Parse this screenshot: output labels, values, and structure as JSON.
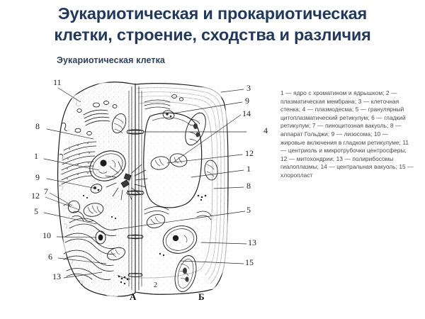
{
  "title": {
    "line1": "Эукариотическая и прокариотическая",
    "line2": "клетки, строение, сходства и различия",
    "color": "#23395b"
  },
  "subtitle": {
    "text": "Эукариотическая клетка",
    "color": "#2c3f5c"
  },
  "legend": {
    "text": "1 — ядро с хроматином и ядрышком; 2 — плазматическая мембрана; 3 — клеточная стенка; 4 — плазмодесма; 5 — гранулярный цитоплазматический ретикулум; 6 — гладкий ретикулум; 7 — пиноцитозная вакуоль; 8 — аппарат Гольджи; 9 — лизосома; 10 — жировые включения в гладком ретикулуме; 11 — центриоль и микротрубочки центросферы; 12 — митохондрии; 13 — полирибосомы гиалоплазмы; 14 — центральная вакуоль; 15 — хлоропласт",
    "color": "#4a4a4a",
    "items": [
      {
        "num": "1",
        "label": "ядро с хроматином и ядрышком"
      },
      {
        "num": "2",
        "label": "плазматическая мембрана"
      },
      {
        "num": "3",
        "label": "клеточная стенка"
      },
      {
        "num": "4",
        "label": "плазмодесма"
      },
      {
        "num": "5",
        "label": "гранулярный цитоплазматический ретикулум"
      },
      {
        "num": "6",
        "label": "гладкий ретикулум"
      },
      {
        "num": "7",
        "label": "пиноцитозная вакуоль"
      },
      {
        "num": "8",
        "label": "аппарат Гольджи"
      },
      {
        "num": "9",
        "label": "лизосома"
      },
      {
        "num": "10",
        "label": "жировые включения в гладком ретикулуме"
      },
      {
        "num": "11",
        "label": "центриоль и микротрубочки центросферы"
      },
      {
        "num": "12",
        "label": "митохондрии"
      },
      {
        "num": "13",
        "label": "полирибосомы гиалоплазмы"
      },
      {
        "num": "14",
        "label": "центральная вакуоль"
      },
      {
        "num": "15",
        "label": "хлоропласт"
      }
    ]
  },
  "figure": {
    "panel_a_label": "А",
    "panel_b_label": "Б",
    "plasmodesma_marker": "2",
    "callouts_left": [
      {
        "id": "left-11",
        "text": "11"
      },
      {
        "id": "left-8",
        "text": "8"
      },
      {
        "id": "left-1",
        "text": "1"
      },
      {
        "id": "left-9",
        "text": "9"
      },
      {
        "id": "left-7",
        "text": "7"
      },
      {
        "id": "left-12",
        "text": "12"
      },
      {
        "id": "left-5",
        "text": "5"
      },
      {
        "id": "left-10",
        "text": "10"
      },
      {
        "id": "left-6",
        "text": "6"
      },
      {
        "id": "left-13",
        "text": "13"
      }
    ],
    "callouts_right": [
      {
        "id": "right-3",
        "text": "3"
      },
      {
        "id": "right-9",
        "text": "9"
      },
      {
        "id": "right-14",
        "text": "14"
      },
      {
        "id": "right-4",
        "text": "4"
      },
      {
        "id": "right-12",
        "text": "12"
      },
      {
        "id": "right-1",
        "text": "1"
      },
      {
        "id": "right-8",
        "text": "8"
      },
      {
        "id": "right-5",
        "text": "5"
      },
      {
        "id": "right-13",
        "text": "13"
      },
      {
        "id": "right-15",
        "text": "15"
      }
    ]
  }
}
